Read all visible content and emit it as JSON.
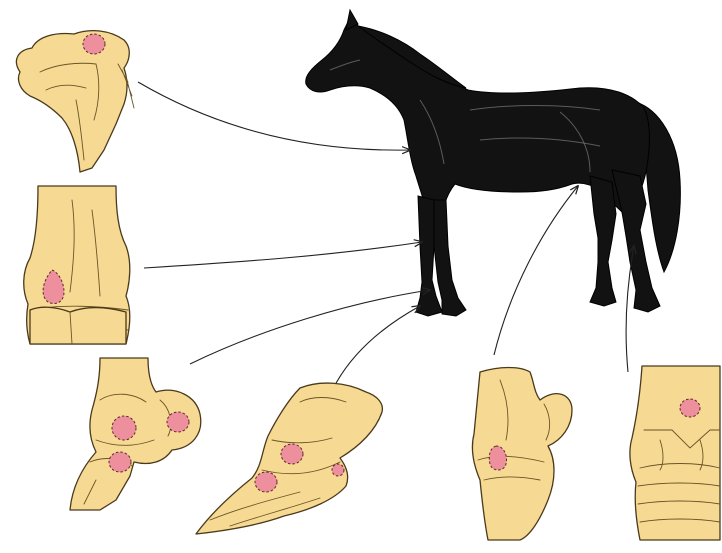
{
  "figure": {
    "colors": {
      "bone": "#f6d992",
      "lesion": "#ee8f9d",
      "horse": "#121212",
      "arrow": "#222222",
      "background": "#ffffff"
    },
    "panels": [
      {
        "name": "shoulder-joint",
        "lesion_count": 1
      },
      {
        "name": "elbow-joint",
        "lesion_count": 1
      },
      {
        "name": "fetlock-joint",
        "lesion_count": 3
      },
      {
        "name": "hoof-coffin-joint",
        "lesion_count": 3
      },
      {
        "name": "stifle-joint",
        "lesion_count": 1
      },
      {
        "name": "hock-joint",
        "lesion_count": 1
      }
    ],
    "subject": {
      "icon": "horse-illustration"
    }
  }
}
